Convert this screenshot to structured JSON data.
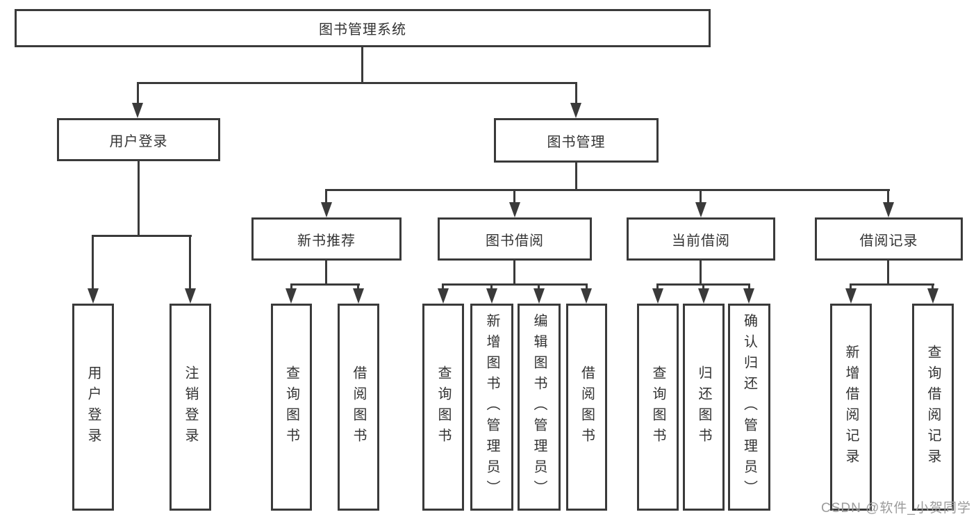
{
  "colors": {
    "line": "#3a3a3a",
    "text": "#333333",
    "box_fill": "#ffffff",
    "background": "#ffffff",
    "watermark": "#9b9b9b"
  },
  "watermark": "CSDN @软件_小贺同学",
  "tree": {
    "root": {
      "label": "图书管理系统",
      "children": [
        {
          "label": "用户登录",
          "children": [
            {
              "label": "用户登录"
            },
            {
              "label": "注销登录"
            }
          ]
        },
        {
          "label": "图书管理",
          "children": [
            {
              "label": "新书推荐",
              "children": [
                {
                  "label": "查询图书"
                },
                {
                  "label": "借阅图书"
                }
              ]
            },
            {
              "label": "图书借阅",
              "children": [
                {
                  "label": "查询图书"
                },
                {
                  "label": "新增图书（管理员）"
                },
                {
                  "label": "编辑图书（管理员）"
                },
                {
                  "label": "借阅图书"
                }
              ]
            },
            {
              "label": "当前借阅",
              "children": [
                {
                  "label": "查询图书"
                },
                {
                  "label": "归还图书"
                },
                {
                  "label": "确认归还（管理员）"
                }
              ]
            },
            {
              "label": "借阅记录",
              "children": [
                {
                  "label": "新增借阅记录"
                },
                {
                  "label": "查询借阅记录"
                }
              ]
            }
          ]
        }
      ]
    }
  }
}
